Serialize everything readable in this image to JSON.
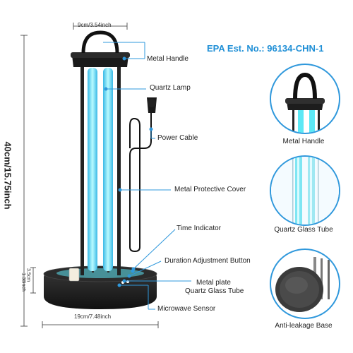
{
  "header": {
    "epa": "EPA Est. No.: 96134-CHN-1"
  },
  "dimensions": {
    "top_width": "9cm/3.54inch",
    "height": "40cm/15.75inch",
    "base_height": "3.5cm",
    "base_height_in": "1.38inch",
    "base_width": "19cm/7.48inch"
  },
  "callouts": [
    {
      "label": "Metal Handle"
    },
    {
      "label": "Quartz Lamp"
    },
    {
      "label": "Power Cable"
    },
    {
      "label": "Metal Protective Cover"
    },
    {
      "label": "Time Indicator"
    },
    {
      "label": "Duration Adjustment Button"
    },
    {
      "label": "Metal plate"
    },
    {
      "label": "Quartz Glass Tube"
    },
    {
      "label": "Microwave Sensor"
    }
  ],
  "details": [
    {
      "label": "Metal Handle",
      "icon": "metal-handle-closeup-icon"
    },
    {
      "label": "Quartz Glass Tube",
      "icon": "quartz-tube-closeup-icon"
    },
    {
      "label": "Anti-leakage Base",
      "icon": "base-closeup-icon"
    }
  ],
  "colors": {
    "accent": "#2f98dc",
    "epa": "#1f8fd6",
    "uv_glow": "#5ce8f5",
    "body": "#1e1e1e"
  }
}
